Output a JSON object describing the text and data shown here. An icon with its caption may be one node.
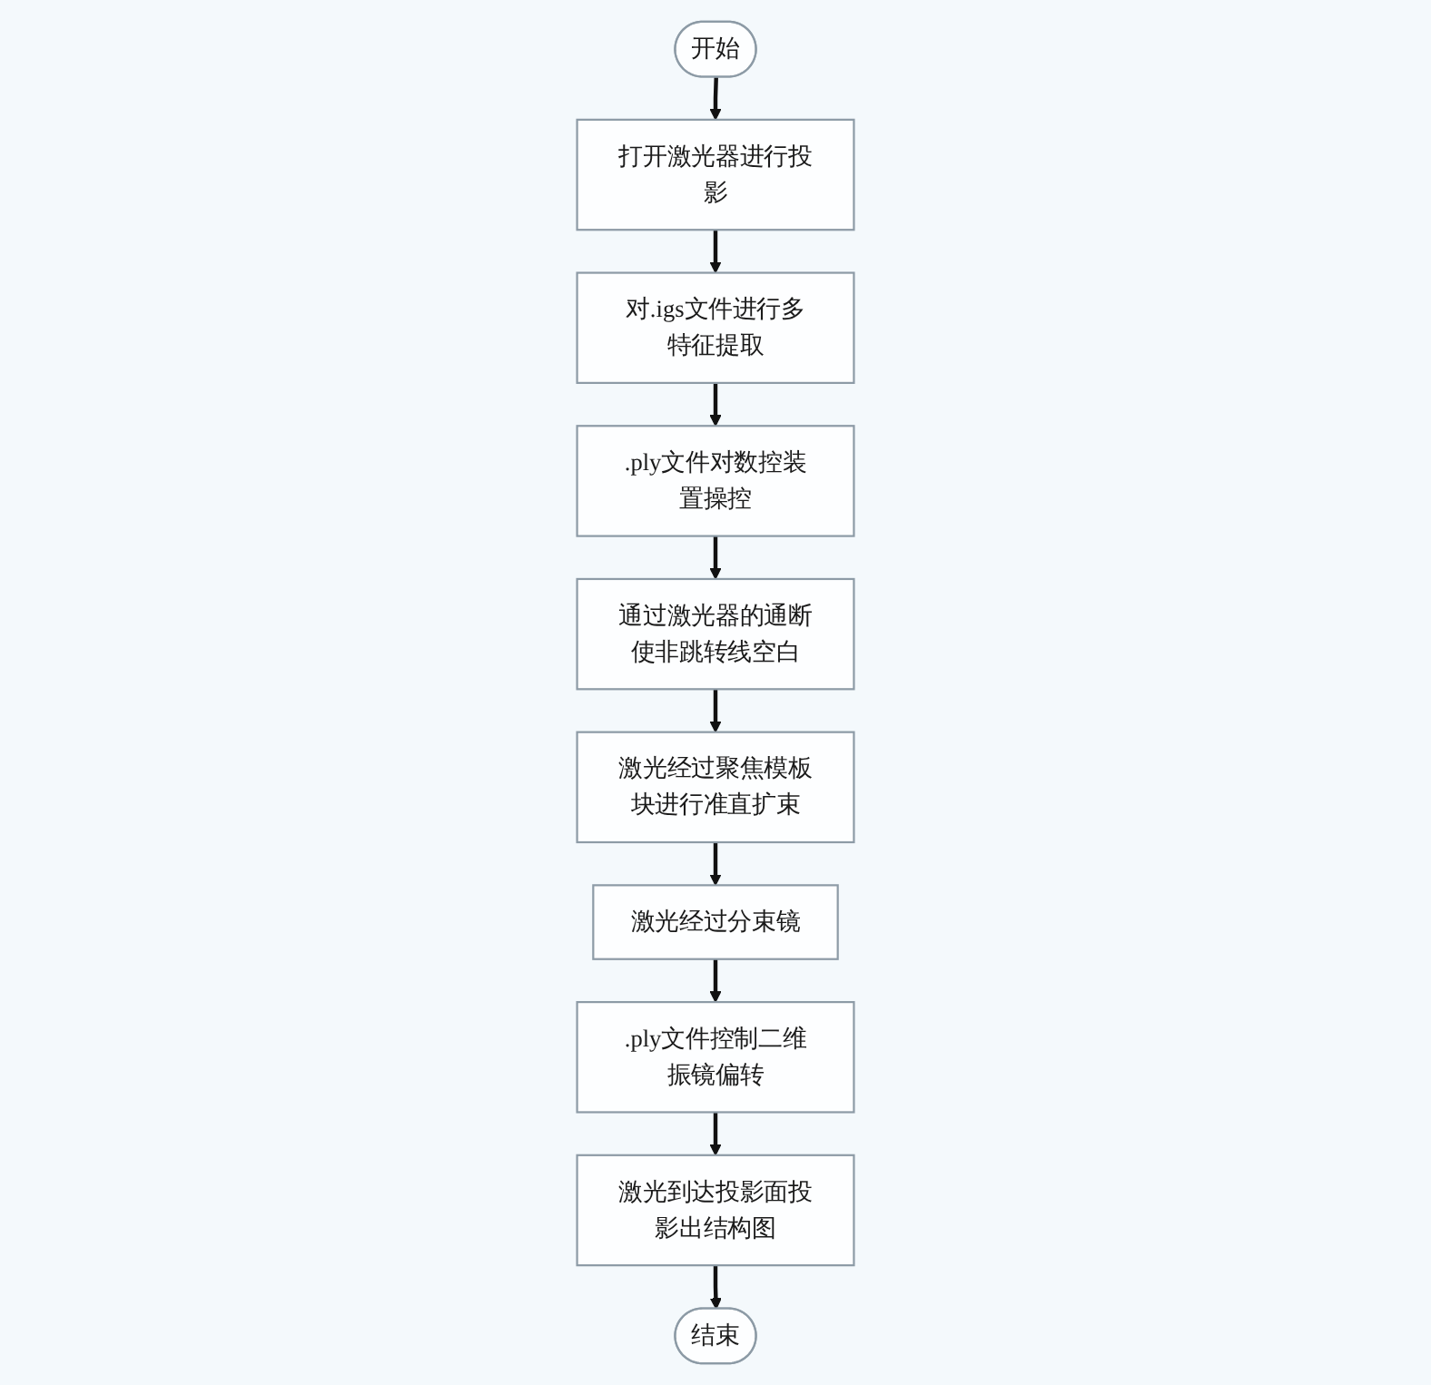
{
  "diagram": {
    "nodes": [
      {
        "text": [
          "开始"
        ]
      },
      {
        "text": [
          "打开激光器进行投影"
        ]
      },
      {
        "text": [
          "对.igs文件进行多特征提取"
        ]
      },
      {
        "text": [
          ".ply文件对数控装置操控"
        ]
      },
      {
        "text": [
          "通过激光器的通断使非跳转线空白"
        ]
      },
      {
        "text": [
          "激光经过聚焦模板块进行准直扩束"
        ]
      },
      {
        "text": [
          "激光经过分束镜"
        ]
      },
      {
        "text": [
          ".ply文件控制二维振镜偏转"
        ]
      },
      {
        "text": [
          "激光到达投影面投影出结构图"
        ]
      },
      {
        "text": [
          "结束"
        ]
      }
    ],
    "edges": [
      {
        "from": 0,
        "to": 1,
        "arrow": "to"
      },
      {
        "from": 1,
        "to": 2,
        "arrow": "to"
      },
      {
        "from": 2,
        "to": 3,
        "arrow": "to"
      },
      {
        "from": 3,
        "to": 4,
        "arrow": "to"
      },
      {
        "from": 4,
        "to": 5,
        "arrow": "to"
      },
      {
        "from": 5,
        "to": 6,
        "arrow": "to"
      },
      {
        "from": 6,
        "to": 7,
        "arrow": "to"
      },
      {
        "from": 7,
        "to": 8,
        "arrow": "to"
      },
      {
        "from": 8,
        "to": 9,
        "arrow": "to"
      }
    ]
  }
}
